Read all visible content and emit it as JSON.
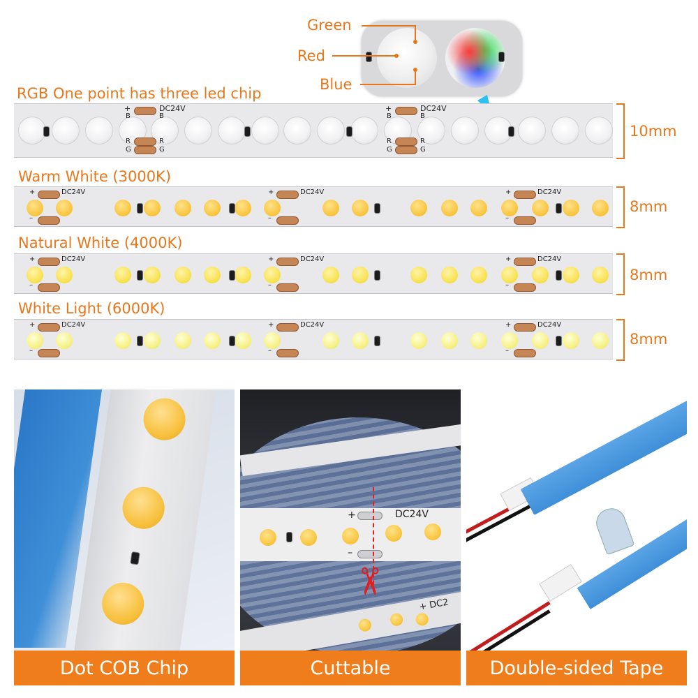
{
  "rgb_callout": {
    "green_label": "Green",
    "red_label": "Red",
    "blue_label": "Blue"
  },
  "strips": [
    {
      "label": "RGB   One point has three led chip",
      "width_label": "10mm",
      "pad_plus": "+",
      "pad_power": "DC24V",
      "pad_r": "R",
      "pad_g": "G",
      "pad_b": "B"
    },
    {
      "label": "Warm White (3000K)",
      "width_label": "8mm",
      "pad_plus": "+",
      "pad_power": "DC24V",
      "pad_minus": "–"
    },
    {
      "label": "Natural White (4000K)",
      "width_label": "8mm",
      "pad_plus": "+",
      "pad_power": "DC24V",
      "pad_minus": "–"
    },
    {
      "label": "White Light (6000K)",
      "width_label": "8mm",
      "pad_plus": "+",
      "pad_power": "DC24V",
      "pad_minus": "–"
    }
  ],
  "panels": [
    {
      "banner": "Dot COB Chip"
    },
    {
      "banner": "Cuttable",
      "pad_plus": "+",
      "pad_power": "DC24V",
      "pad_minus": "–",
      "partial_text": "+ DC2"
    },
    {
      "banner": "Double-sided Tape"
    }
  ],
  "colors": {
    "accent": "#e8771c",
    "banner": "#f07d1c",
    "pcb": "#e9e9eb",
    "warm_white": "#f8c33a",
    "natural_white": "#f7e04a",
    "white_light": "#f5ef7a",
    "tape_blue": "#3f8fd8"
  }
}
